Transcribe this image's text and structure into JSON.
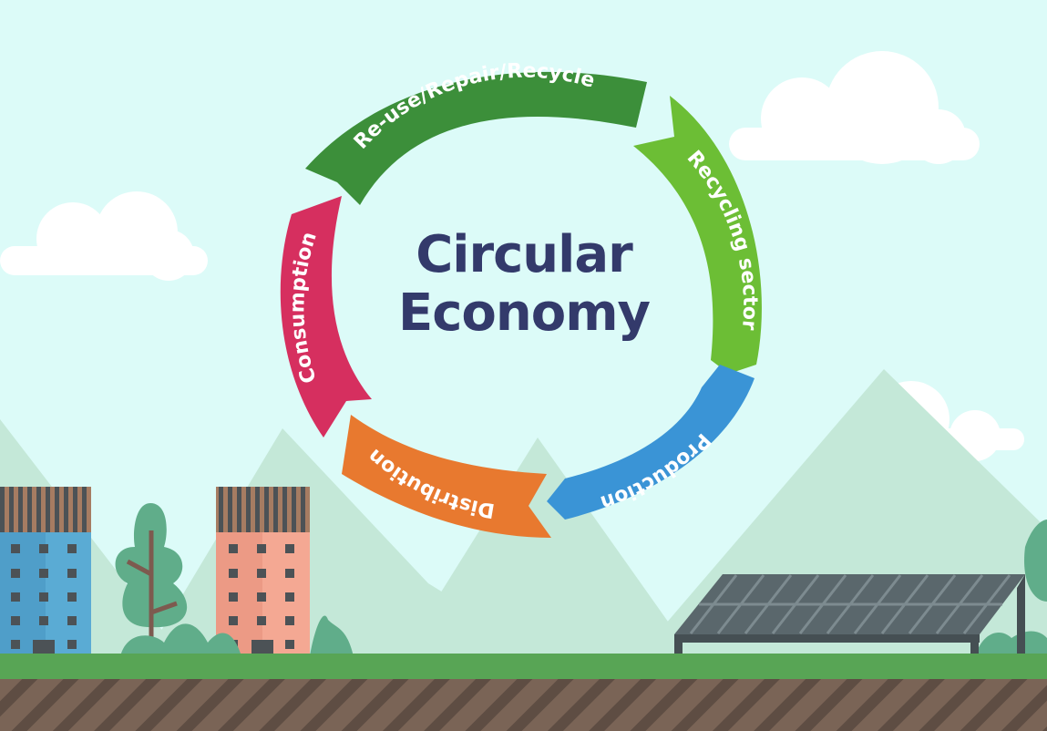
{
  "diagram": {
    "title_line1": "Circular",
    "title_line2": "Economy",
    "title_color": "#333a6b",
    "segments": [
      {
        "id": "reuse",
        "label": "Re-use/Repair/Recycle",
        "color": "#3c8f3a"
      },
      {
        "id": "recycling",
        "label": "Recycling sector",
        "color": "#6cbe35"
      },
      {
        "id": "production",
        "label": "Production",
        "color": "#3a94d6"
      },
      {
        "id": "distribution",
        "label": "Distribution",
        "color": "#e8792f"
      },
      {
        "id": "consumption",
        "label": "Consumption",
        "color": "#d62f5f"
      }
    ]
  },
  "scene": {
    "sky_color": "#dcfbf8",
    "mountain_color": "#c4e8d8",
    "grass_color": "#58a555",
    "soil_color": "#735f52",
    "elements": [
      "clouds",
      "mountains",
      "blue-building",
      "pink-building",
      "trees",
      "bushes",
      "solar-panel",
      "ground"
    ]
  }
}
